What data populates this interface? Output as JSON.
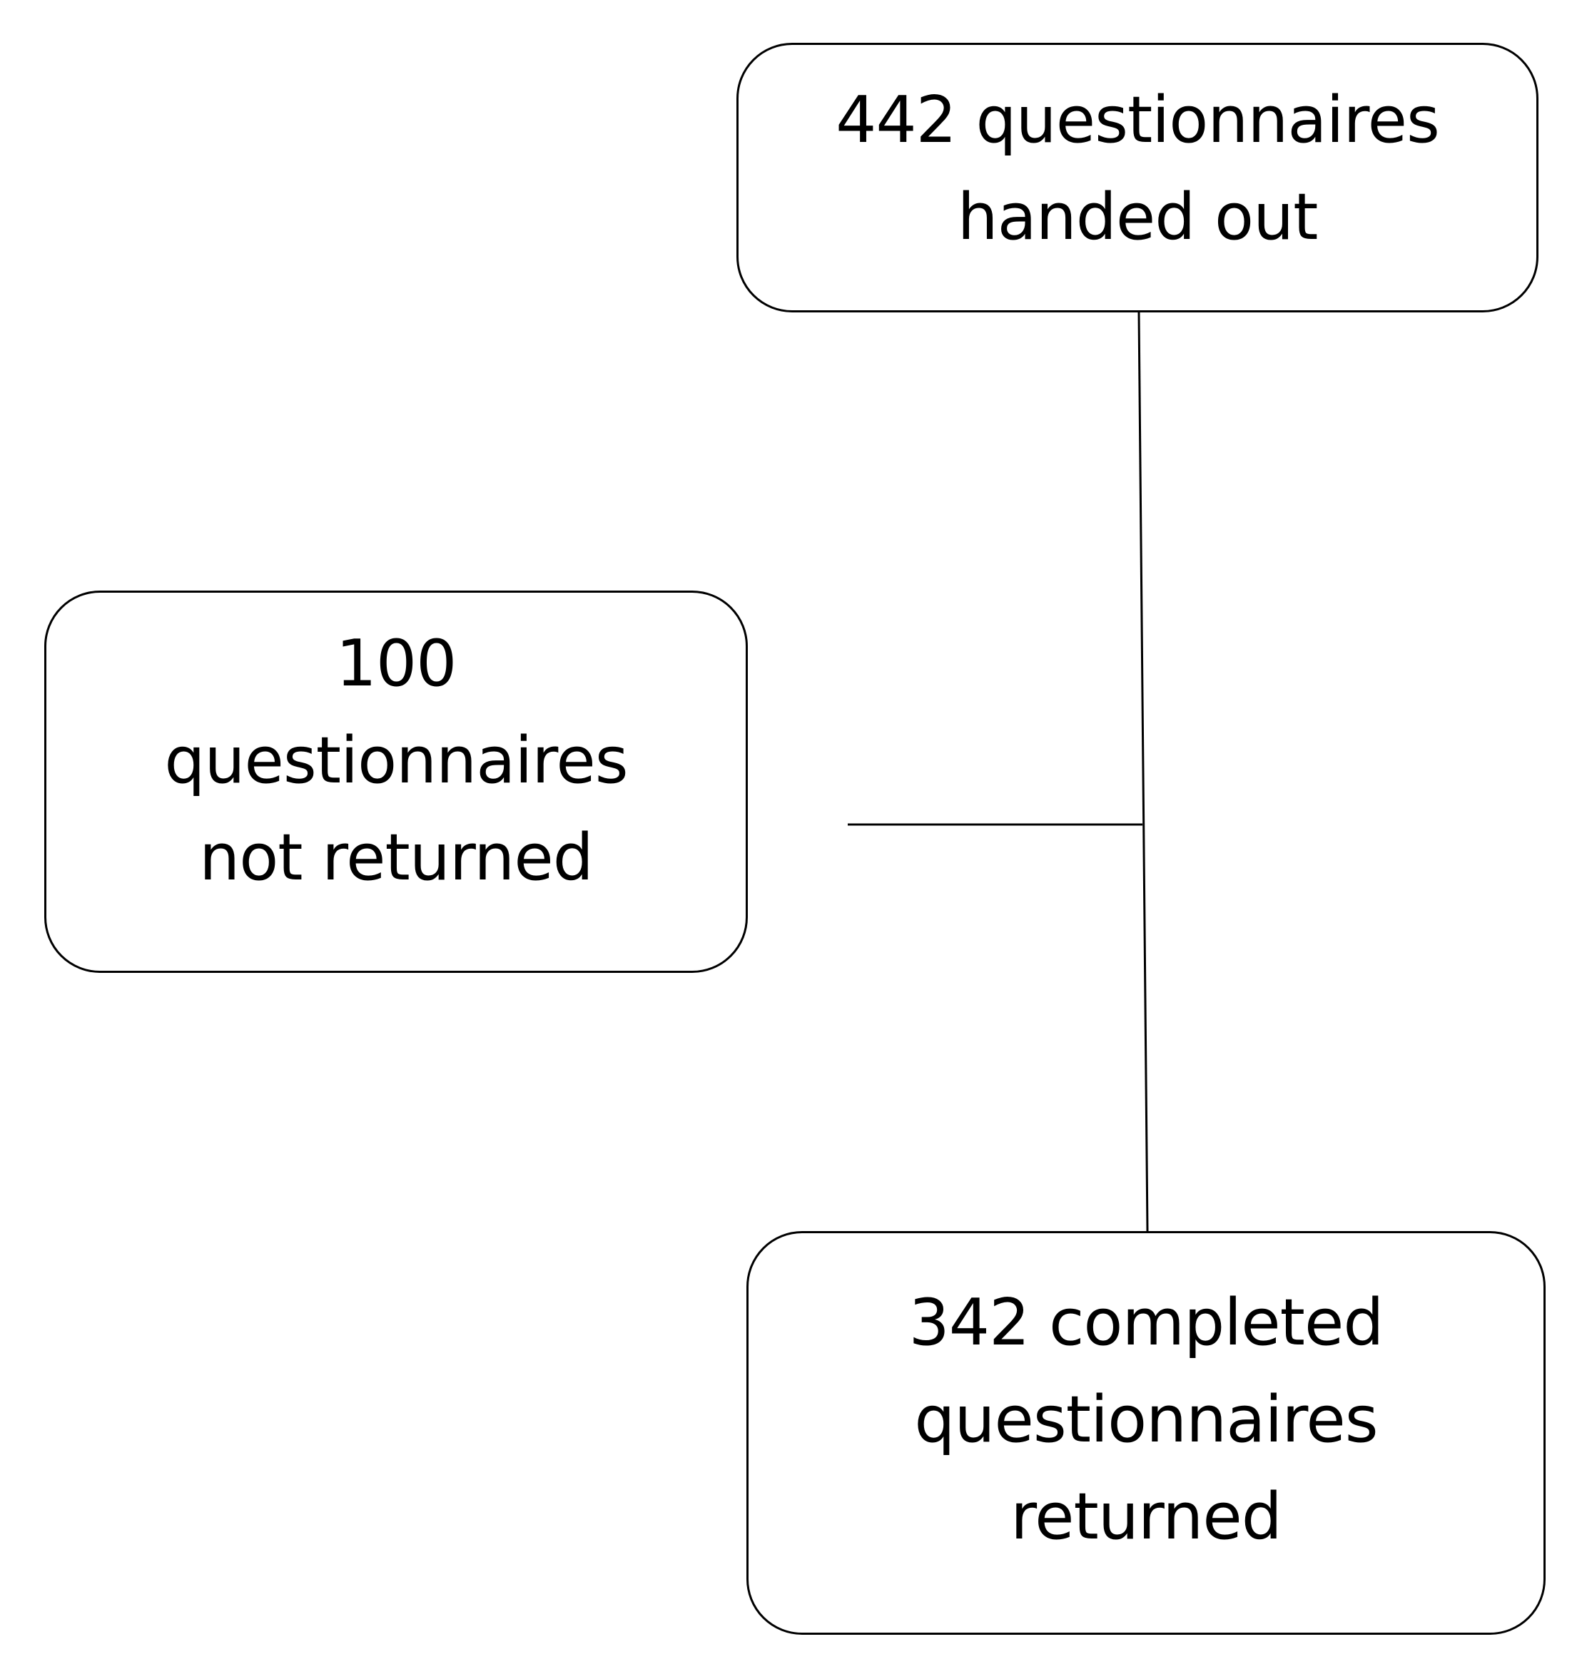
{
  "diagram": {
    "nodes": {
      "handed_out": {
        "lines": [
          "442 questionnaires",
          "handed out"
        ]
      },
      "not_returned": {
        "lines": [
          "100",
          "questionnaires",
          "not returned"
        ]
      },
      "returned": {
        "lines": [
          "342 completed",
          "questionnaires",
          "returned"
        ]
      }
    },
    "connectors": [
      {
        "from": "handed_out",
        "to": "returned"
      },
      {
        "from": "main-flow",
        "to": "not_returned"
      }
    ],
    "colors": {
      "stroke": "#000000",
      "fill": "#ffffff",
      "text": "#000000"
    }
  }
}
